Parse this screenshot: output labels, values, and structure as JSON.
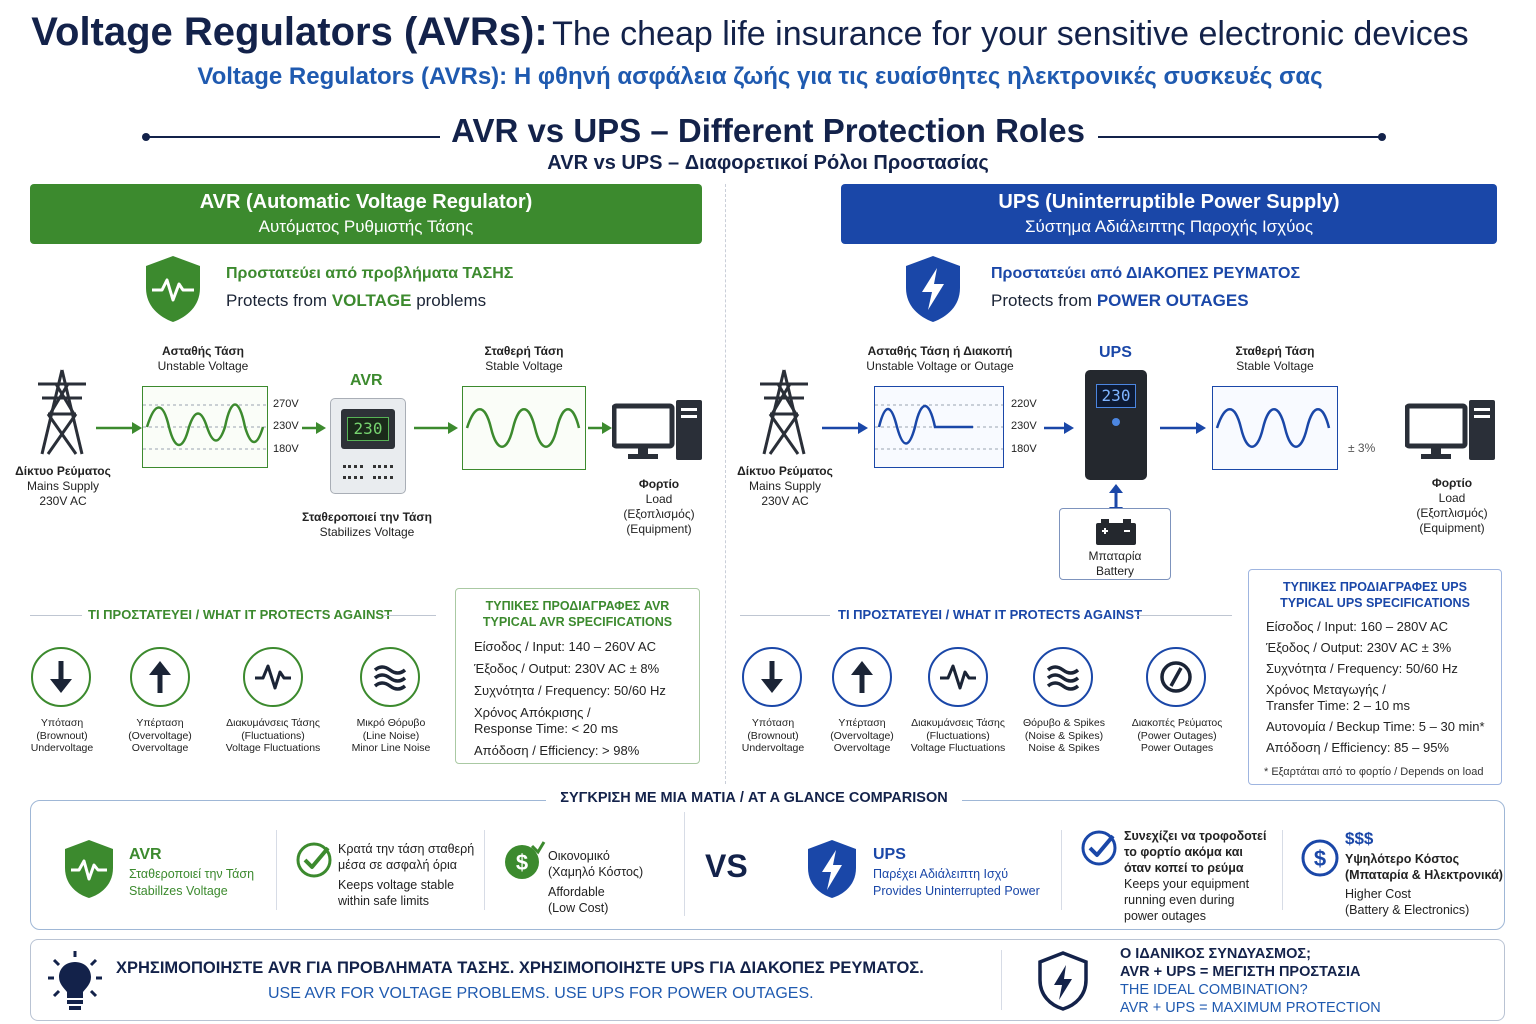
{
  "header": {
    "title_bold": "Voltage Regulators (AVRs):",
    "title_rest": "The cheap life insurance for your sensitive electronic devices",
    "subtitle_greek": "Voltage Regulators (AVRs): Η φθηνή ασφάλεια ζωής για τις ευαίσθητες ηλεκτρονικές συσκευές σας"
  },
  "section": {
    "title": "AVR vs UPS – Different Protection Roles",
    "subtitle": "AVR vs UPS – Διαφορετικοί Ρόλοι Προστασίας"
  },
  "colors": {
    "green": "#3c8a2e",
    "blue": "#1a47a8",
    "navy": "#13224a"
  },
  "avr": {
    "header_title": "AVR (Automatic Voltage Regulator)",
    "header_sub": "Αυτόματος Ρυθμιστής Τάσης",
    "protects_gr": "Προστατεύει από προβλήματα ΤΑΣΗΣ",
    "protects_en_pre": "Protects from ",
    "protects_en_key": "VOLTAGE",
    "protects_en_post": " problems",
    "shield_icon": "heartbeat-shield-icon",
    "mains_gr": "Δίκτυο Ρεύματος",
    "mains_en": "Mains Supply",
    "mains_v": "230V AC",
    "unstable_gr": "Ασταθής Τάση",
    "unstable_en": "Unstable Voltage",
    "volt_high": "270V",
    "volt_mid": "230V",
    "volt_low": "180V",
    "device_label": "AVR",
    "device_display": "230",
    "stabilizes_gr": "Σταθεροποιεί την Τάση",
    "stabilizes_en": "Stabilizes Voltage",
    "stable_gr": "Σταθερή Τάση",
    "stable_en": "Stable Voltage",
    "load_gr": "Φορτίο",
    "load_en": "Load",
    "load_eq_gr": "(Εξοπλισμός)",
    "load_eq_en": "(Equipment)",
    "what_protects": "ΤΙ ΠΡΟΣΤΑΤΕΥΕΙ / WHAT IT PROTECTS AGAINST",
    "protects": [
      {
        "icon": "arrow-down-icon",
        "l1": "Υπόταση",
        "l2": "(Brownout)",
        "l3": "Undervoltage"
      },
      {
        "icon": "arrow-up-icon",
        "l1": "Υπέρταση",
        "l2": "(Overvoltage)",
        "l3": "Overvoltage"
      },
      {
        "icon": "pulse-icon",
        "l1": "Διακυμάνσεις Τάσης",
        "l2": "(Fluctuations)",
        "l3": "Voltage Fluctuations"
      },
      {
        "icon": "waves-icon",
        "l1": "Μικρό Θόρυβο",
        "l2": "(Line Noise)",
        "l3": "Minor Line Noise"
      }
    ],
    "spec_title_gr": "ΤΥΠΙΚΕΣ ΠΡΟΔΙΑΓΡΑΦΕΣ AVR",
    "spec_title_en": "TYPICAL AVR SPECIFICATIONS",
    "specs": [
      "Είσοδος / Input: 140 – 260V AC",
      "Έξοδος / Output: 230V AC ± 8%",
      "Συχνότητα / Frequency: 50/60 Hz",
      "Χρόνος Απόκρισης /",
      "Response Time: < 20 ms",
      "Απόδοση / Efficiency: > 98%"
    ]
  },
  "ups": {
    "header_title": "UPS (Uninterruptible Power Supply)",
    "header_sub": "Σύστημα Αδιάλειπτης Παροχής Ισχύος",
    "protects_gr": "Προστατεύει από ΔΙΑΚΟΠΕΣ ΡΕΥΜΑΤΟΣ",
    "protects_en_pre": "Protects from ",
    "protects_en_key": "POWER OUTAGES",
    "shield_icon": "lightning-shield-icon",
    "mains_gr": "Δίκτυο Ρεύματος",
    "mains_en": "Mains Supply",
    "mains_v": "230V AC",
    "unstable_gr": "Ασταθής Τάση ή Διακοπή",
    "unstable_en": "Unstable Voltage or Outage",
    "volt_high": "220V",
    "volt_mid": "230V",
    "volt_low": "180V",
    "device_label": "UPS",
    "device_display": "230",
    "battery_gr": "Μπαταρία",
    "battery_en": "Battery",
    "stable_gr": "Σταθερή Τάση",
    "stable_en": "Stable Voltage",
    "stable_tol": "± 3%",
    "load_gr": "Φορτίο",
    "load_en": "Load",
    "load_eq_gr": "(Εξοπλισμός)",
    "load_eq_en": "(Equipment)",
    "what_protects": "ΤΙ ΠΡΟΣΤΑΤΕΥΕΙ / WHAT IT PROTECTS AGAINST",
    "protects": [
      {
        "icon": "arrow-down-icon",
        "l1": "Υπόταση",
        "l2": "(Brownout)",
        "l3": "Undervoltage"
      },
      {
        "icon": "arrow-up-icon",
        "l1": "Υπέρταση",
        "l2": "(Overvoltage)",
        "l3": "Overvoltage"
      },
      {
        "icon": "pulse-icon",
        "l1": "Διακυμάνσεις Τάσης",
        "l2": "(Fluctuations)",
        "l3": "Voltage Fluctuations"
      },
      {
        "icon": "waves-icon",
        "l1": "Θόρυβο & Spikes",
        "l2": "(Noise & Spikes)",
        "l3": "Noise & Spikes"
      },
      {
        "icon": "power-off-icon",
        "l1": "Διακοπές Ρεύματος",
        "l2": "(Power Outages)",
        "l3": "Power Outages"
      }
    ],
    "spec_title_gr": "ΤΥΠΙΚΕΣ ΠΡΟΔΙΑΓΡΑΦΕΣ UPS",
    "spec_title_en": "TYPICAL UPS SPECIFICATIONS",
    "specs": [
      "Είσοδος / Input: 160 – 280V AC",
      "Έξοδος / Output: 230V AC ± 3%",
      "Συχνότητα / Frequency: 50/60 Hz",
      "Χρόνος Μεταγωγής /",
      "Transfer Time: 2 – 10 ms",
      "Αυτονομία / Beckup Time: 5 – 30 min*",
      "Απόδοση / Efficiency: 85 – 95%"
    ],
    "spec_note": "* Εξαρτάται από το φορτίο / Depends on load"
  },
  "comparison": {
    "title": "ΣΥΓΚΡΙΣΗ ΜΕ ΜΙΑ ΜΑΤΙΑ / AT A GLANCE COMPARISON",
    "avr_name": "AVR",
    "avr_gr": "Σταθεροποιεί την Τάση",
    "avr_en": "Stabillzes Voltage",
    "avr_point1_gr1": "Κρατά την τάση σταθερή",
    "avr_point1_gr2": "μέσα σε ασφαλή όρια",
    "avr_point1_en1": "Keeps voltage stable",
    "avr_point1_en2": "within safe limits",
    "avr_point2_gr1": "Οικονομικό",
    "avr_point2_gr2": "(Χαμηλό Κόστος)",
    "avr_point2_en1": "Affordable",
    "avr_point2_en2": "(Low Cost)",
    "vs": "VS",
    "ups_name": "UPS",
    "ups_gr": "Παρέχει Αδιάλειπτη Ισχύ",
    "ups_en": "Provides Uninterrupted Power",
    "ups_point1_gr1": "Συνεχίζει να τροφοδοτεί",
    "ups_point1_gr2": "το φορτίο ακόμα και",
    "ups_point1_gr3": "όταν κοπεί το ρεύμα",
    "ups_point1_en1": "Keeps your equipment",
    "ups_point1_en2": "running even during",
    "ups_point1_en3": "power outages",
    "ups_cost_sym": "$$$",
    "ups_point2_gr1": "Υψηλότερο Κόστος",
    "ups_point2_gr2": "(Μπαταρία & Ηλεκτρονικά)",
    "ups_point2_en1": "Higher Cost",
    "ups_point2_en2": "(Battery & Electronics)"
  },
  "bottom": {
    "gr": "ΧΡΗΣΙΜΟΠΟΙΗΣΤΕ AVR ΓΙΑ ΠΡΟΒΛΗΜΑΤΑ ΤΑΣΗΣ. ΧΡΗΣΙΜΟΠΟΙΗΣΤΕ UPS ΓΙΑ ΔΙΑΚΟΠΕΣ ΡΕΥΜΑΤΟΣ.",
    "en": "USE AVR FOR VOLTAGE PROBLEMS. USE UPS FOR POWER OUTAGES.",
    "combo_gr1": "Ο ΙΔΑΝΙΚΟΣ ΣΥΝΔΥΑΣΜΟΣ;",
    "combo_gr2": "AVR + UPS = ΜΕΓΙΣΤΗ ΠΡΟΣΤΑΣΙΑ",
    "combo_en1": "THE IDEAL COMBINATION?",
    "combo_en2": "AVR + UPS = MAXIMUM PROTECTION"
  }
}
